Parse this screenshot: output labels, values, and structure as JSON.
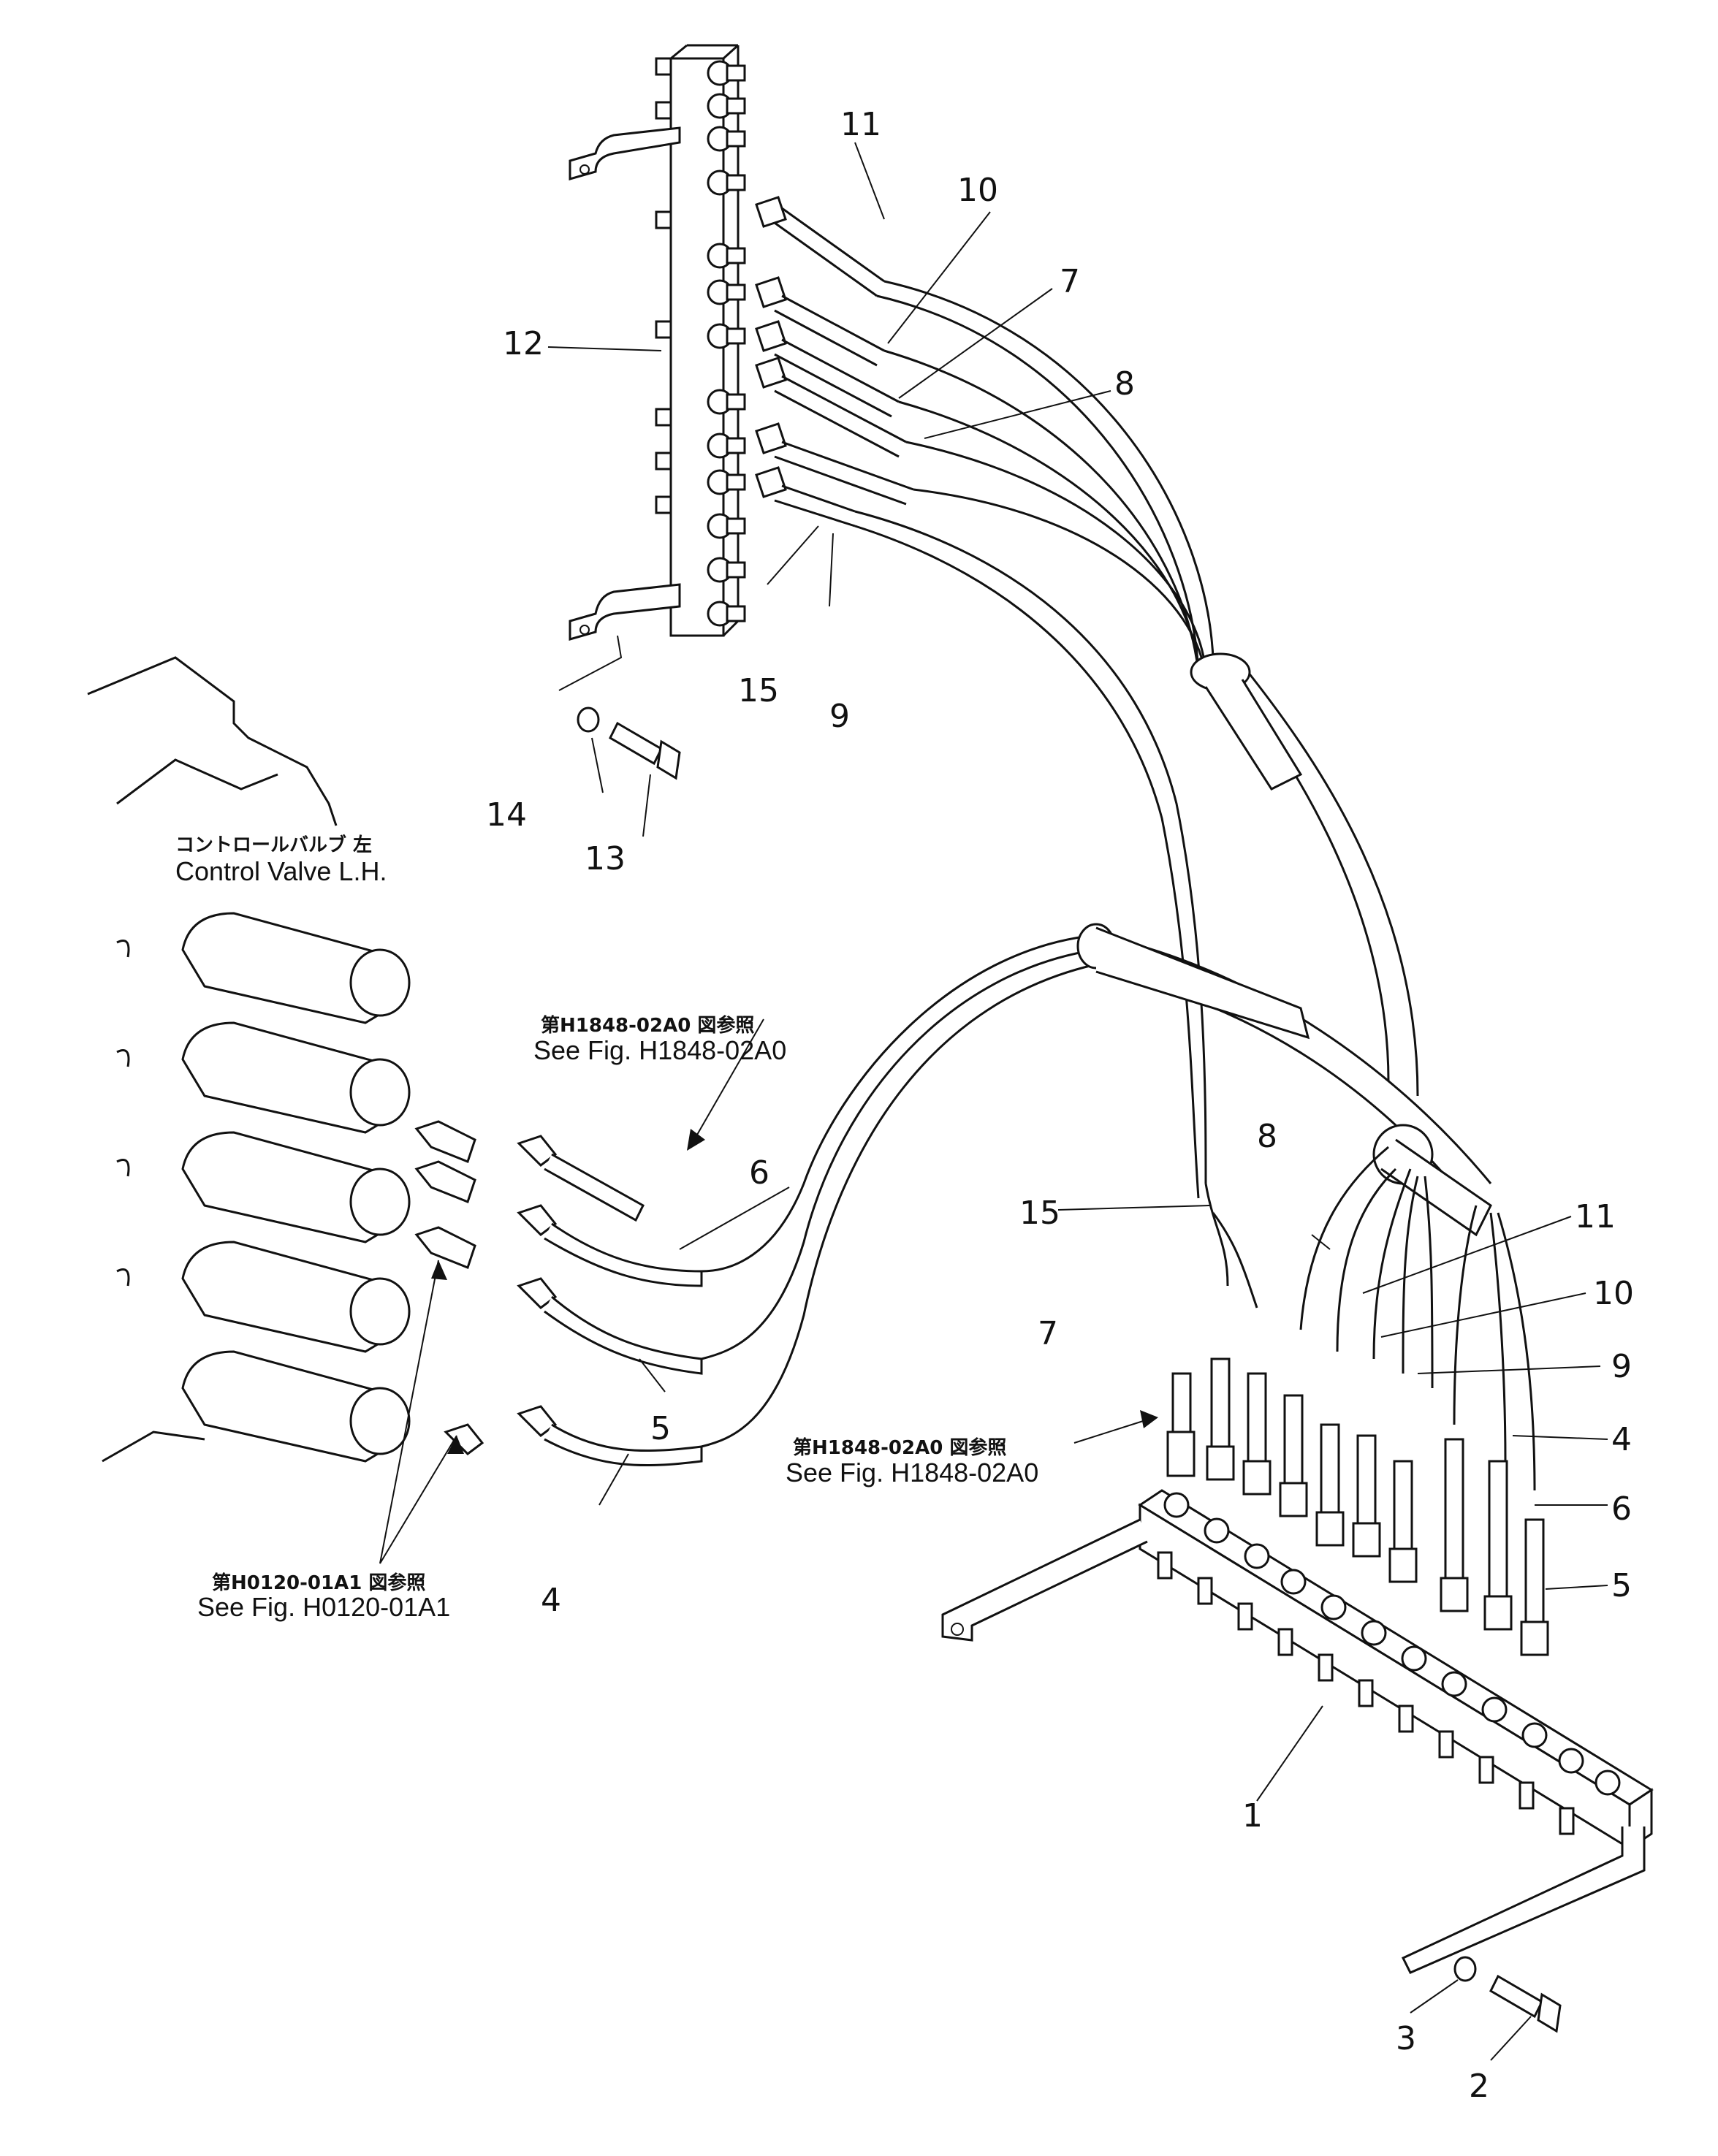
{
  "part_labels": {
    "p1": "1",
    "p2": "2",
    "p3": "3",
    "p4a": "4",
    "p4b": "4",
    "p5a": "5",
    "p5b": "5",
    "p6a": "6",
    "p6b": "6",
    "p7a": "7",
    "p7b": "7",
    "p8a": "8",
    "p8b": "8",
    "p9a": "9",
    "p9b": "9",
    "p10a": "10",
    "p10b": "10",
    "p11a": "11",
    "p11b": "11",
    "p12": "12",
    "p13": "13",
    "p14": "14",
    "p15a": "15",
    "p15b": "15"
  },
  "notes": {
    "control_valve_jp": "コントロールバルブ 左",
    "control_valve_en": "Control Valve L.H.",
    "ref_a_jp": "第H1848-02A0 図参照",
    "ref_a_en": "See Fig. H1848-02A0",
    "ref_b_jp": "第H1848-02A0 図参照",
    "ref_b_en": "See Fig. H1848-02A0",
    "ref_c_jp": "第H0120-01A1 図参照",
    "ref_c_en": "See Fig. H0120-01A1"
  }
}
